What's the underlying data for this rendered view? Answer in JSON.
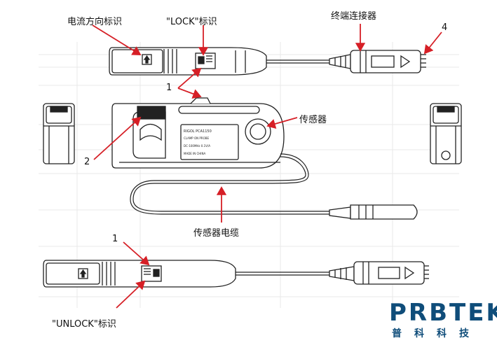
{
  "labels": {
    "current_direction": "电流方向标识",
    "lock": "\"LOCK\"标识",
    "connector": "终端连接器",
    "sensor": "传感器",
    "sensor_cable": "传感器电缆",
    "unlock": "\"UNLOCK\"标识"
  },
  "callouts": {
    "n1_top": "1",
    "n1_bottom": "1",
    "n2": "2",
    "n4": "4"
  },
  "device_text": {
    "model": "RIGOL PCA1150",
    "line2": "CLAMP ON PROBE",
    "line3": "DC-100MHz  0.1V/A",
    "made": "MADE IN CHINA",
    "lock_mark": "LOCK"
  },
  "brand": {
    "name": "PRBTEK",
    "sub": "普科科技"
  },
  "colors": {
    "arrow": "#d61f26",
    "brand": "#0f4d7a"
  }
}
